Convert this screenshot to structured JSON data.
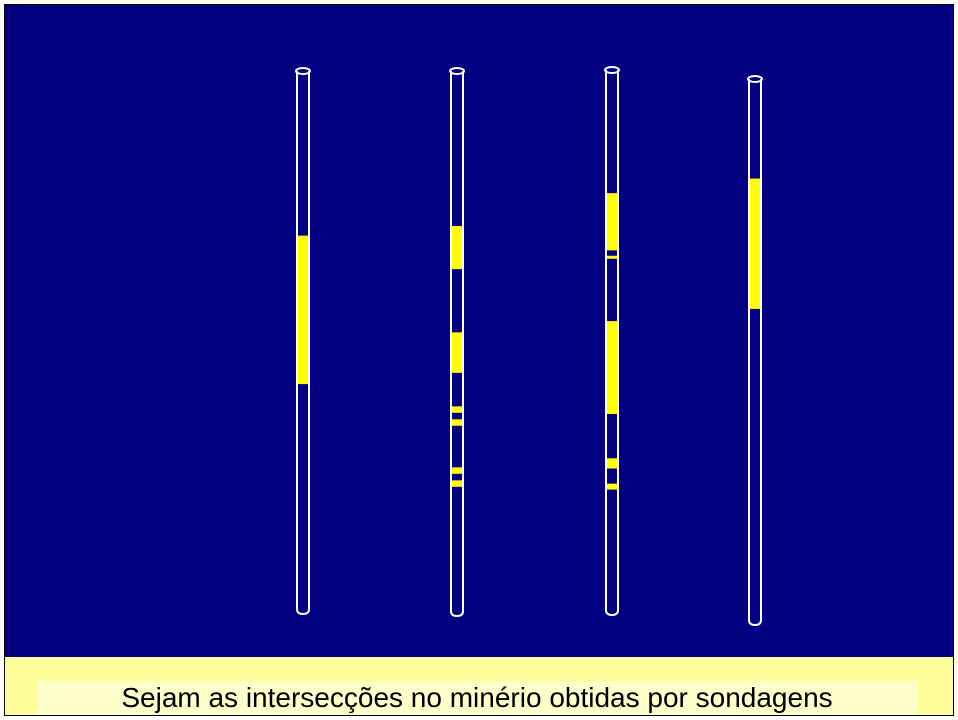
{
  "caption": {
    "text": "Sejam as intersecções no minério obtidas por sondagens"
  },
  "colors": {
    "background": "#000080",
    "tube_outline": "#ffffff",
    "ore": "#ffff00",
    "caption_band": "#ffff99",
    "caption_box": "#ffffcc"
  },
  "boreholes": [
    {
      "top": 0.0,
      "bottom": 1.0,
      "ore_intervals": [
        [
          0.306,
          0.582
        ]
      ]
    },
    {
      "top": 0.0,
      "bottom": 1.0,
      "ore_intervals": [
        [
          0.287,
          0.367
        ],
        [
          0.484,
          0.559
        ],
        [
          0.621,
          0.633
        ],
        [
          0.645,
          0.657
        ],
        [
          0.734,
          0.746
        ],
        [
          0.758,
          0.77
        ]
      ]
    },
    {
      "top": 0.0,
      "bottom": 1.0,
      "ore_intervals": [
        [
          0.228,
          0.334
        ],
        [
          0.344,
          0.348
        ],
        [
          0.465,
          0.637
        ],
        [
          0.719,
          0.738
        ],
        [
          0.766,
          0.777
        ]
      ]
    },
    {
      "top": 0.0,
      "bottom": 1.0,
      "ore_intervals": [
        [
          0.184,
          0.425
        ]
      ]
    }
  ]
}
